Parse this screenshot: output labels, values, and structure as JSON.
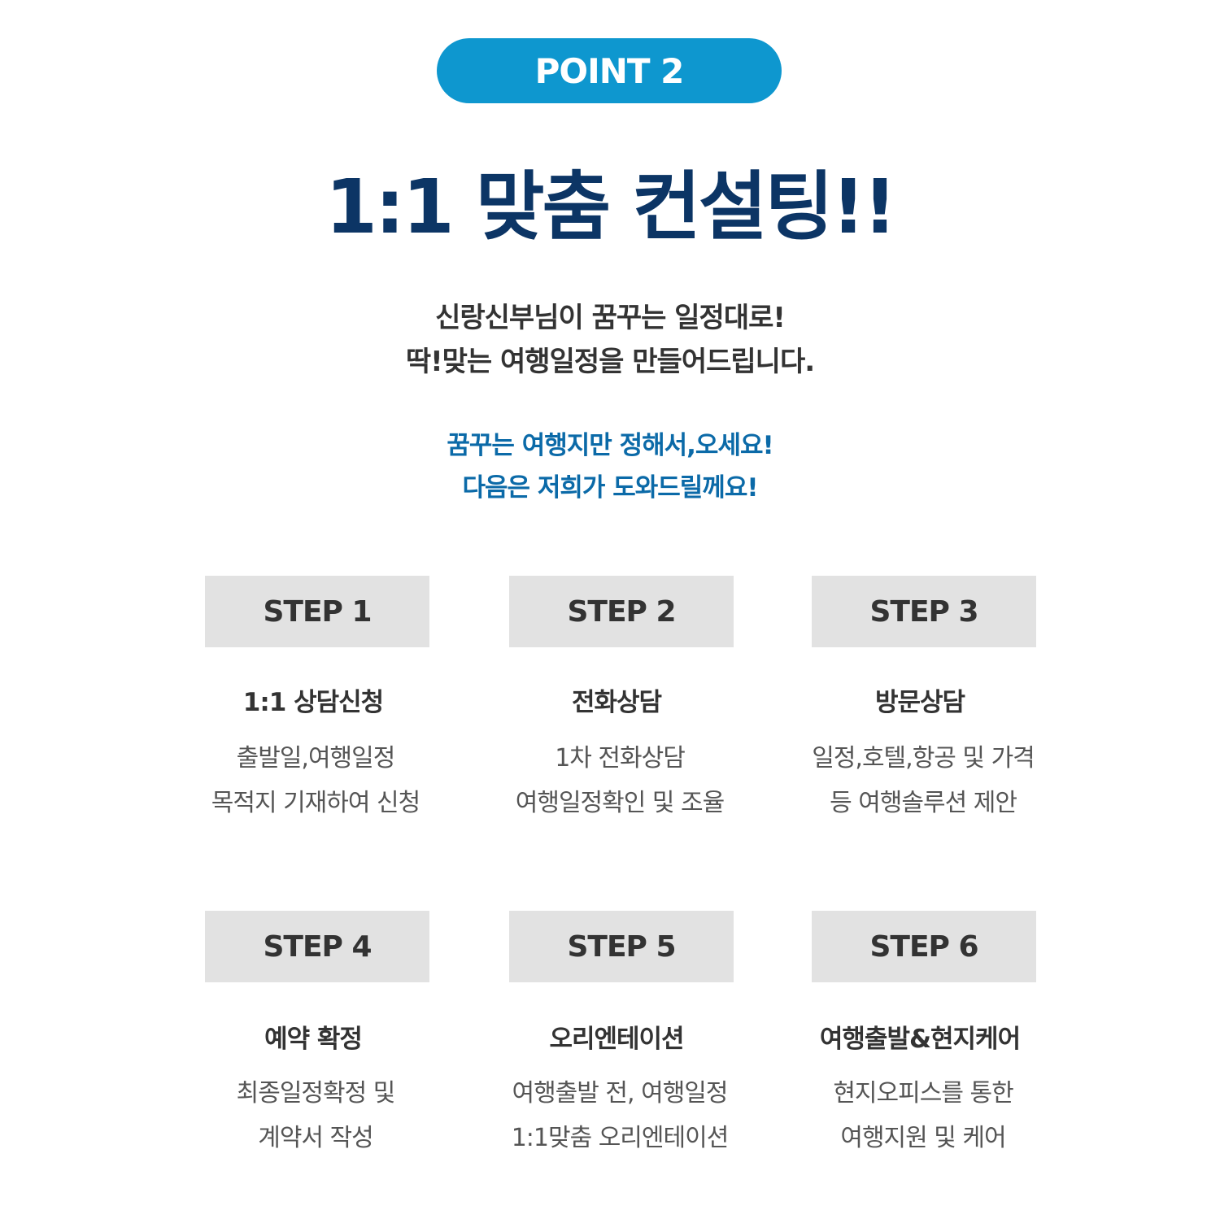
{
  "badge": {
    "label": "POINT 2",
    "color": "#0e97cf"
  },
  "title": {
    "text": "1:1 맞춤 컨설팅!!",
    "color": "#0c3565"
  },
  "lead": {
    "line1": "신랑신부님이 꿈꾸는 일정대로!",
    "line2": "딱!맞는 여행일정을 만들어드립니다."
  },
  "sub": {
    "line1": "꿈꾸는 여행지만 정해서,오세요!",
    "line2": "다음은 저희가 도와드릴께요!",
    "color": "#0b6aa8"
  },
  "steps": [
    {
      "label": "STEP 1",
      "name": "1:1 상담신청",
      "desc1": "출발일,여행일정",
      "desc2": "목적지 기재하여 신청"
    },
    {
      "label": "STEP 2",
      "name": "전화상담",
      "desc1": "1차 전화상담",
      "desc2": "여행일정확인 및 조율"
    },
    {
      "label": "STEP 3",
      "name": "방문상담",
      "desc1": "일정,호텔,항공 및 가격",
      "desc2": "등 여행솔루션 제안"
    },
    {
      "label": "STEP 4",
      "name": "예약 확정",
      "desc1": "최종일정확정 및",
      "desc2": "계약서 작성"
    },
    {
      "label": "STEP 5",
      "name": "오리엔테이션",
      "desc1": "여행출발 전, 여행일정",
      "desc2": "1:1맞춤 오리엔테이션"
    },
    {
      "label": "STEP 6",
      "name": "여행출발&현지케어",
      "desc1": "현지오피스를 통한",
      "desc2": "여행지원 및 케어"
    }
  ]
}
